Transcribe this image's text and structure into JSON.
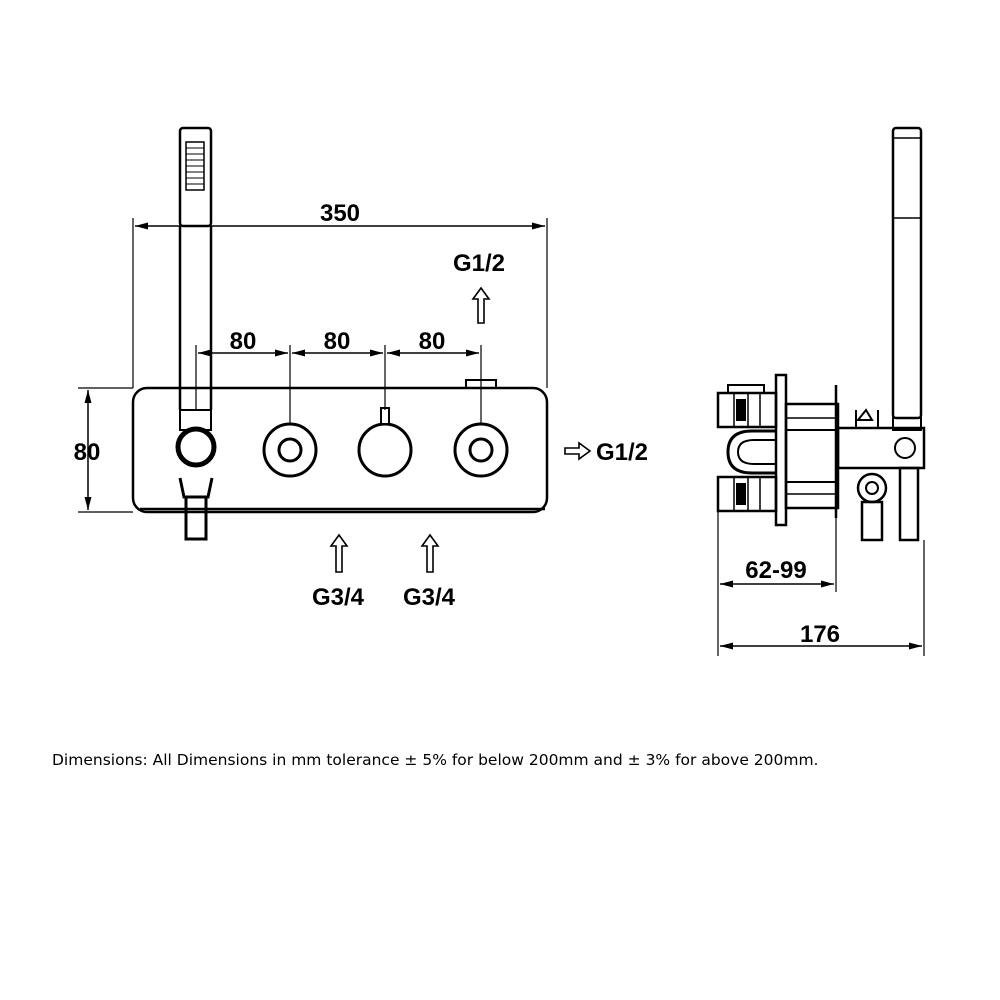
{
  "front_view": {
    "overall_width": "350",
    "height": "80",
    "spacing_1": "80",
    "spacing_2": "80",
    "spacing_3": "80",
    "top_outlet": "G1/2",
    "side_outlet": "G1/2",
    "inlet_left": "G3/4",
    "inlet_right": "G3/4"
  },
  "side_view": {
    "depth_range": "62-99",
    "overall_depth": "176"
  },
  "footnote": "Dimensions: All Dimensions in mm tolerance ± 5% for below 200mm and ± 3% for above 200mm.",
  "icons": {
    "arrow_up": "outline-arrow-up-icon",
    "arrow_right": "outline-arrow-right-icon"
  },
  "colors": {
    "line": "#000000",
    "background": "#ffffff"
  }
}
